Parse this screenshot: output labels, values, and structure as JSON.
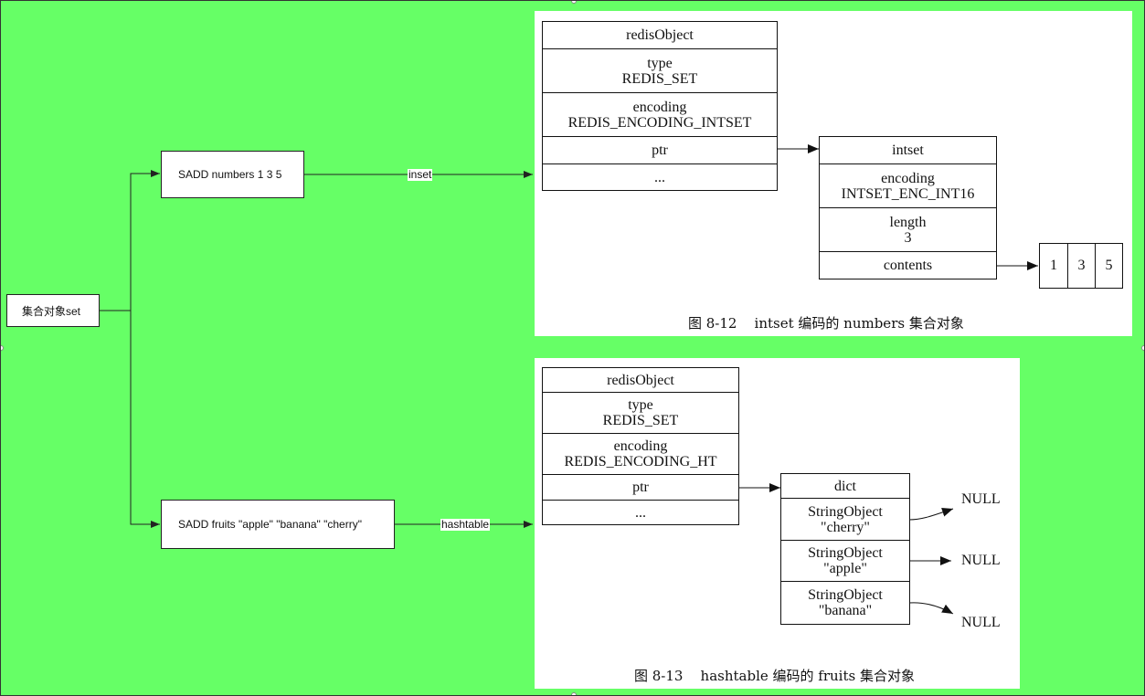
{
  "root": {
    "label": "集合对象set"
  },
  "branches": [
    {
      "command": "SADD numbers 1 3 5",
      "edge_label": "inset"
    },
    {
      "command": "SADD fruits \"apple\" \"banana\" \"cherry\"",
      "edge_label": "hashtable"
    }
  ],
  "figure_intset": {
    "redis_object": {
      "title": "redisObject",
      "type_label": "type",
      "type_value": "REDIS_SET",
      "encoding_label": "encoding",
      "encoding_value": "REDIS_ENCODING_INTSET",
      "ptr": "ptr",
      "more": "..."
    },
    "intset": {
      "title": "intset",
      "encoding_label": "encoding",
      "encoding_value": "INTSET_ENC_INT16",
      "length_label": "length",
      "length_value": "3",
      "contents": "contents"
    },
    "contents_values": [
      "1",
      "3",
      "5"
    ],
    "caption": "图 8-12    intset 编码的 numbers 集合对象"
  },
  "figure_hashtable": {
    "redis_object": {
      "title": "redisObject",
      "type_label": "type",
      "type_value": "REDIS_SET",
      "encoding_label": "encoding",
      "encoding_value": "REDIS_ENCODING_HT",
      "ptr": "ptr",
      "more": "..."
    },
    "dict": {
      "title": "dict",
      "entries": [
        {
          "type": "StringObject",
          "value": "\"cherry\""
        },
        {
          "type": "StringObject",
          "value": "\"apple\""
        },
        {
          "type": "StringObject",
          "value": "\"banana\""
        }
      ]
    },
    "null_labels": [
      "NULL",
      "NULL",
      "NULL"
    ],
    "caption": "图 8-13    hashtable 编码的 fruits 集合对象"
  }
}
